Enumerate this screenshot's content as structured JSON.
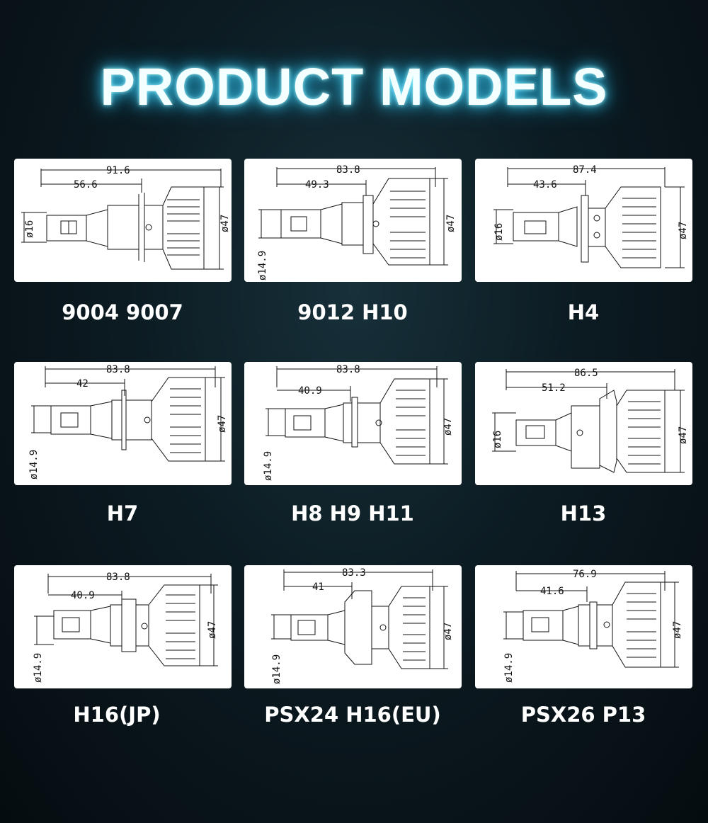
{
  "title": "PRODUCT MODELS",
  "models": [
    {
      "name": "9004 9007",
      "length": "91.6",
      "base": "56.6",
      "diameter": "ø47",
      "chip": "ø16"
    },
    {
      "name": "9012 H10",
      "length": "83.8",
      "base": "49.3",
      "diameter": "ø47",
      "chip": "ø14.9"
    },
    {
      "name": "H4",
      "length": "87.4",
      "base": "43.6",
      "diameter": "ø47",
      "chip": "ø16"
    },
    {
      "name": "H7",
      "length": "83.8",
      "base": "42",
      "diameter": "ø47",
      "chip": "ø14.9"
    },
    {
      "name": "H8 H9 H11",
      "length": "83.8",
      "base": "40.9",
      "diameter": "ø47",
      "chip": "ø14.9"
    },
    {
      "name": "H13",
      "length": "86.5",
      "base": "51.2",
      "diameter": "ø47",
      "chip": "ø16"
    },
    {
      "name": "H16(JP)",
      "length": "83.8",
      "base": "40.9",
      "diameter": "ø47",
      "chip": "ø14.9"
    },
    {
      "name": "PSX24 H16(EU)",
      "length": "83.3",
      "base": "41",
      "diameter": "ø47",
      "chip": "ø14.9"
    },
    {
      "name": "PSX26 P13",
      "length": "76.9",
      "base": "41.6",
      "diameter": "ø47",
      "chip": "ø14.9"
    }
  ]
}
